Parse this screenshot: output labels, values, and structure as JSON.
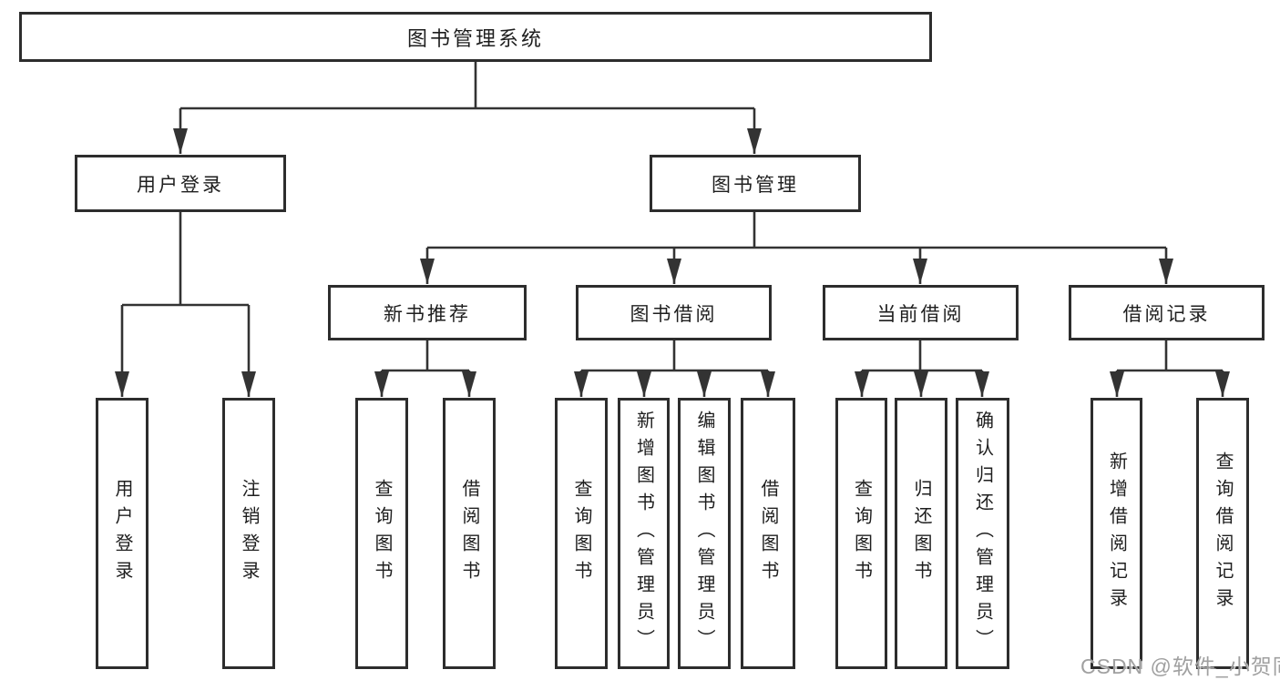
{
  "tree": {
    "root": {
      "label": "图书管理系统"
    },
    "branches": [
      {
        "label": "用户登录",
        "children": [
          {
            "label": "用户登录"
          },
          {
            "label": "注销登录"
          }
        ]
      },
      {
        "label": "图书管理",
        "children": [
          {
            "label": "新书推荐",
            "children": [
              {
                "label": "查询图书"
              },
              {
                "label": "借阅图书"
              }
            ]
          },
          {
            "label": "图书借阅",
            "children": [
              {
                "label": "查询图书"
              },
              {
                "label": "新增图书（管理员）"
              },
              {
                "label": "编辑图书（管理员）"
              },
              {
                "label": "借阅图书"
              }
            ]
          },
          {
            "label": "当前借阅",
            "children": [
              {
                "label": "查询图书"
              },
              {
                "label": "归还图书"
              },
              {
                "label": "确认归还（管理员）"
              }
            ]
          },
          {
            "label": "借阅记录",
            "children": [
              {
                "label": "新增借阅记录"
              },
              {
                "label": "查询借阅记录"
              }
            ]
          }
        ]
      }
    ]
  },
  "watermark": {
    "text": "CSDN @软件_小贺同学",
    "color": "#a0a0a0"
  },
  "colors": {
    "line": "#333333",
    "box_border": "#2d2d2d",
    "text": "#1e1e1e",
    "background": "#ffffff"
  }
}
